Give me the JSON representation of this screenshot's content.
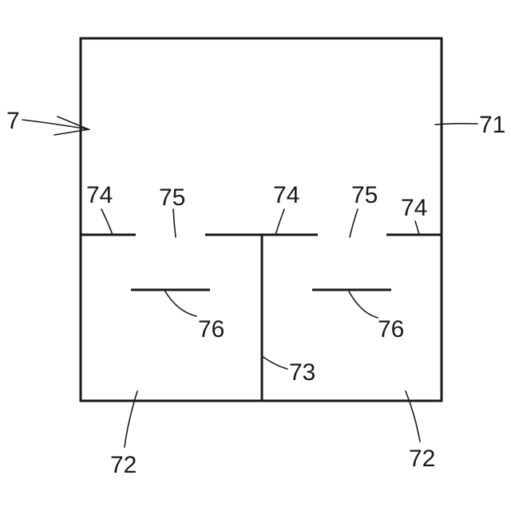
{
  "figure": {
    "labels": {
      "device": "7",
      "upper_chamber": "71",
      "lower_chamber_left": "72",
      "lower_chamber_right": "72",
      "divider_wall": "73",
      "partition_left": "74",
      "partition_center": "74",
      "partition_right": "74",
      "opening_left": "75",
      "opening_right": "75",
      "baffle_left": "76",
      "baffle_right": "76"
    }
  }
}
